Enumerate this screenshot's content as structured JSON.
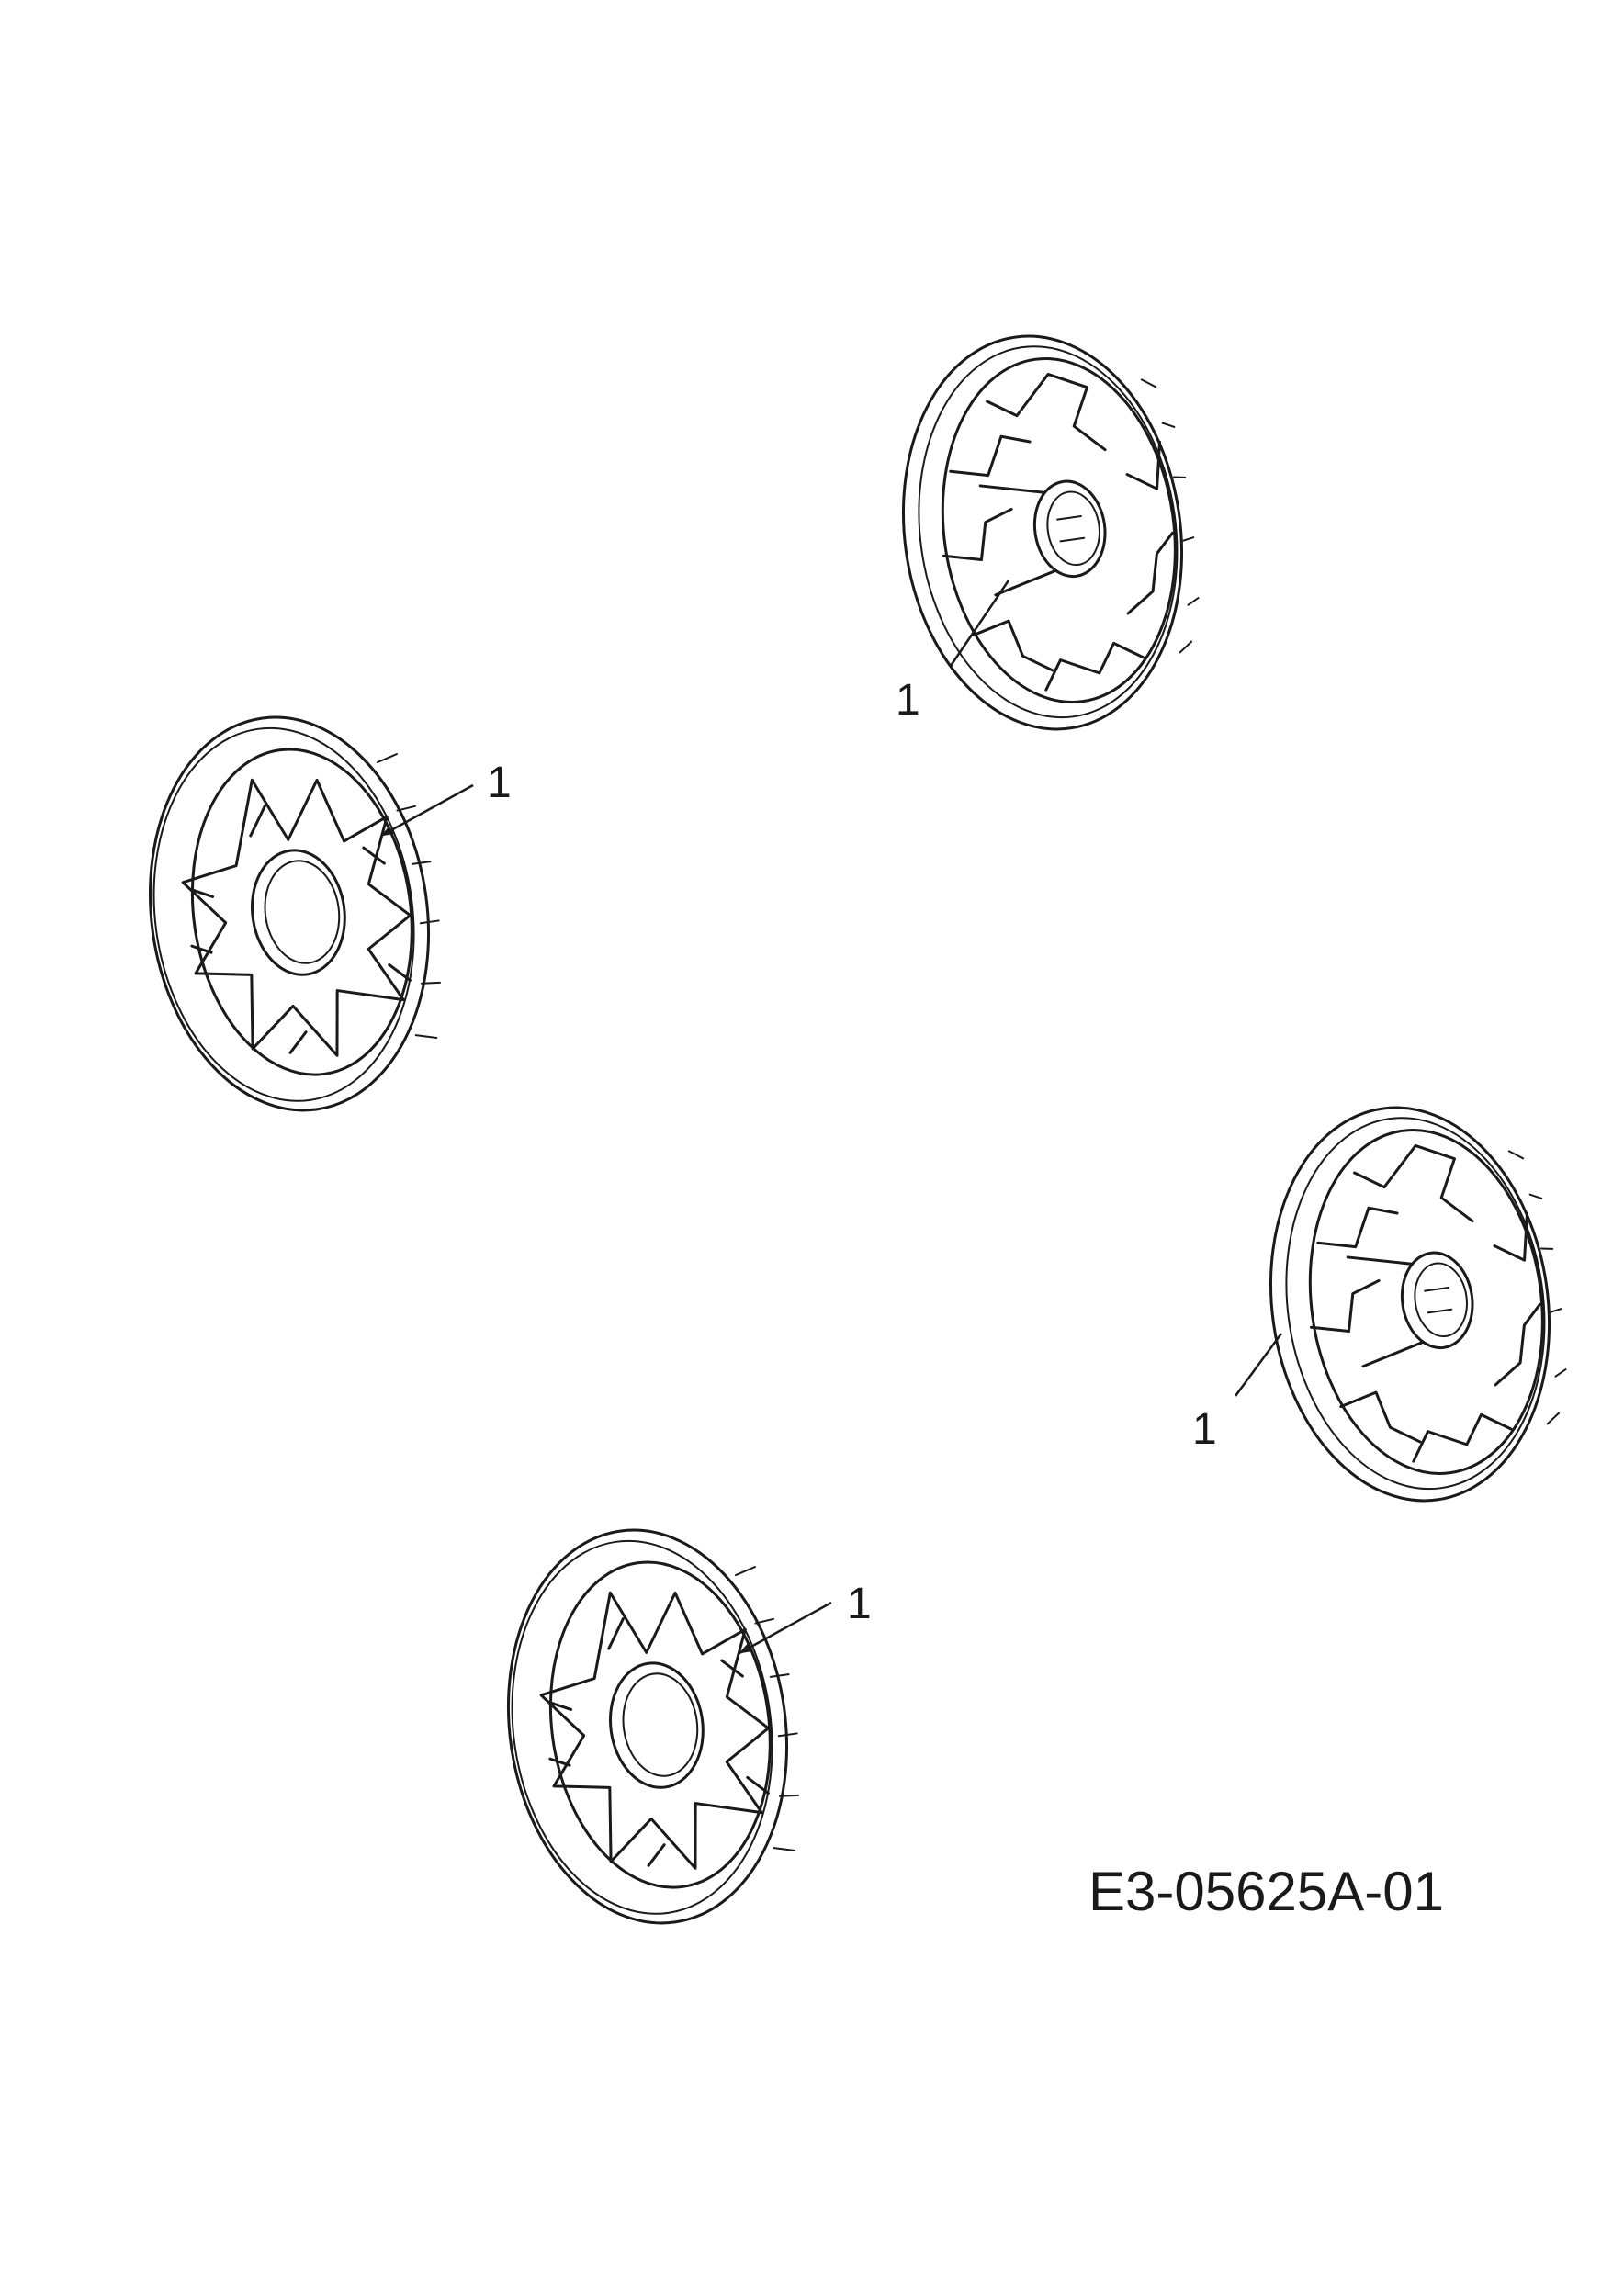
{
  "callouts": [
    {
      "id": "callout-top",
      "label": "1"
    },
    {
      "id": "callout-left",
      "label": "1"
    },
    {
      "id": "callout-right",
      "label": "1"
    },
    {
      "id": "callout-bottom",
      "label": "1"
    }
  ],
  "drawing_number": "E3-05625A-01"
}
